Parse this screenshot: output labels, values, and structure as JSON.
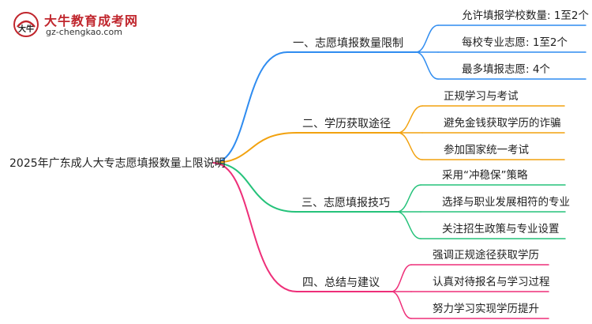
{
  "logo": {
    "title": "大牛教育成考网",
    "url": "gz-chengkao.com",
    "mark_text": "大牛"
  },
  "mindmap": {
    "root": "2025年广东成人大专志愿填报数量上限说明",
    "branches": [
      {
        "label": "一、志愿填报数量限制",
        "color": "#2f8cf0",
        "children": [
          "允许填报学校数量: 1至2个",
          "每校专业志愿: 1至2个",
          "最多填报志愿: 4个"
        ]
      },
      {
        "label": "二、学历获取途径",
        "color": "#f2a20f",
        "children": [
          "正规学习与考试",
          "避免金钱获取学历的诈骗",
          "参加国家统一考试"
        ]
      },
      {
        "label": "三、志愿填报技巧",
        "color": "#25c27a",
        "children": [
          "采用“冲稳保”策略",
          "选择与职业发展相符的专业",
          "关注招生政策与专业设置"
        ]
      },
      {
        "label": "四、总结与建议",
        "color": "#ee2f79",
        "children": [
          "强调正规途径获取学历",
          "认真对待报名与学习过程",
          "努力学习实现学历提升"
        ]
      }
    ]
  }
}
